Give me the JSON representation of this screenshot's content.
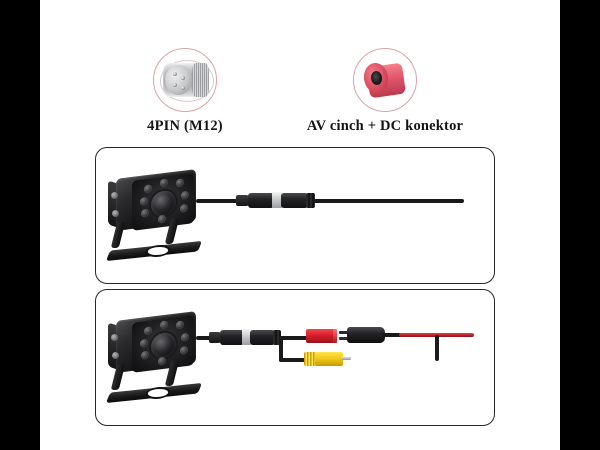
{
  "page": {
    "background_color": "#000000",
    "canvas_color": "#ffffff"
  },
  "badges": [
    {
      "id": "m12",
      "label": "4PIN (M12)",
      "icon": "m12-connector-photo",
      "circle_outline_color": "#d9a3a8",
      "connector_color": "#b5b6b8"
    },
    {
      "id": "av-dc",
      "label": "AV cinch + DC konektor",
      "icon": "rca-connector-photo",
      "circle_outline_color": "#d9a3a8",
      "connector_color": "#e2566a"
    }
  ],
  "panels": [
    {
      "id": "panel-extension-cable",
      "name": "camera-with-extension-cable",
      "border_color": "#262626",
      "parts": [
        {
          "name": "reversing-camera",
          "color": "#141415"
        },
        {
          "name": "cable-4pin-male-plug",
          "color": "#1a1a1a"
        },
        {
          "name": "cable-4pin-female-plug",
          "color": "#1a1a1a"
        },
        {
          "name": "connector-collar",
          "color": "#cfd0d2"
        },
        {
          "name": "extension-cable",
          "color": "#1a1a1a"
        }
      ]
    },
    {
      "id": "panel-av-adapter",
      "name": "camera-with-av-dc-adapter",
      "border_color": "#262626",
      "parts": [
        {
          "name": "reversing-camera",
          "color": "#141415"
        },
        {
          "name": "cable-4pin-male-plug",
          "color": "#1a1a1a"
        },
        {
          "name": "cable-4pin-female-plug",
          "color": "#1a1a1a"
        },
        {
          "name": "connector-collar",
          "color": "#cfd0d2"
        },
        {
          "name": "rca-red-jack",
          "color": "#d81f2b"
        },
        {
          "name": "rca-yellow-plug",
          "color": "#f4c91a"
        },
        {
          "name": "dc-barrel-connector",
          "color": "#1a1a1a"
        },
        {
          "name": "power-wire-red",
          "color": "#b8232d"
        },
        {
          "name": "power-wire-black",
          "color": "#1a1a1a"
        }
      ]
    }
  ]
}
